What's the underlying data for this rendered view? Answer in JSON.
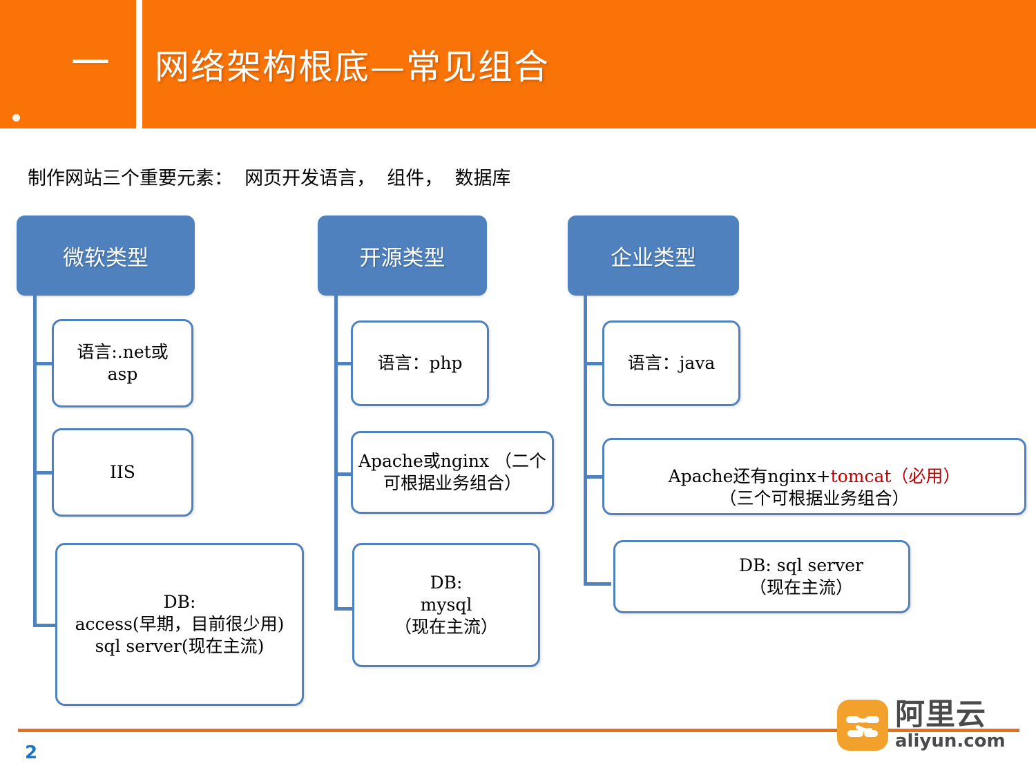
{
  "header": {
    "number": "一",
    "title": "网络架构根底—常见组合",
    "bullet_icon": "dot-icon",
    "bg_color": "#F97306"
  },
  "subtitle": "制作网站三个重要元素：  网页开发语言，  组件，  数据库",
  "tree": {
    "accent_color": "#4E81BD",
    "columns": [
      {
        "head": "微软类型",
        "nodes": [
          {
            "text": "语言:.net或\nasp"
          },
          {
            "text": "IIS"
          },
          {
            "text": "DB:\naccess(早期，目前很少用)\nsql server(现在主流)"
          }
        ]
      },
      {
        "head": "开源类型",
        "nodes": [
          {
            "text": "语言：php"
          },
          {
            "text": "Apache或nginx\n（二个可根据业务组合）"
          },
          {
            "text": "DB:\nmysql\n（现在主流）"
          }
        ]
      },
      {
        "head": "企业类型",
        "nodes": [
          {
            "text": "语言：java"
          },
          {
            "text_plain": "Apache还有nginx+",
            "text_red": "tomcat（必用）",
            "text_line2": "（三个可根据业务组合）"
          },
          {
            "text": "DB:    sql server\n（现在主流）"
          }
        ]
      }
    ]
  },
  "footer": {
    "page_number": "2",
    "rule_color": "#E3701A",
    "logo": {
      "cn": "阿里云",
      "en": "aliyun.com",
      "mark_color": "#F2A22C",
      "text_color": "#4A4A4A"
    }
  }
}
